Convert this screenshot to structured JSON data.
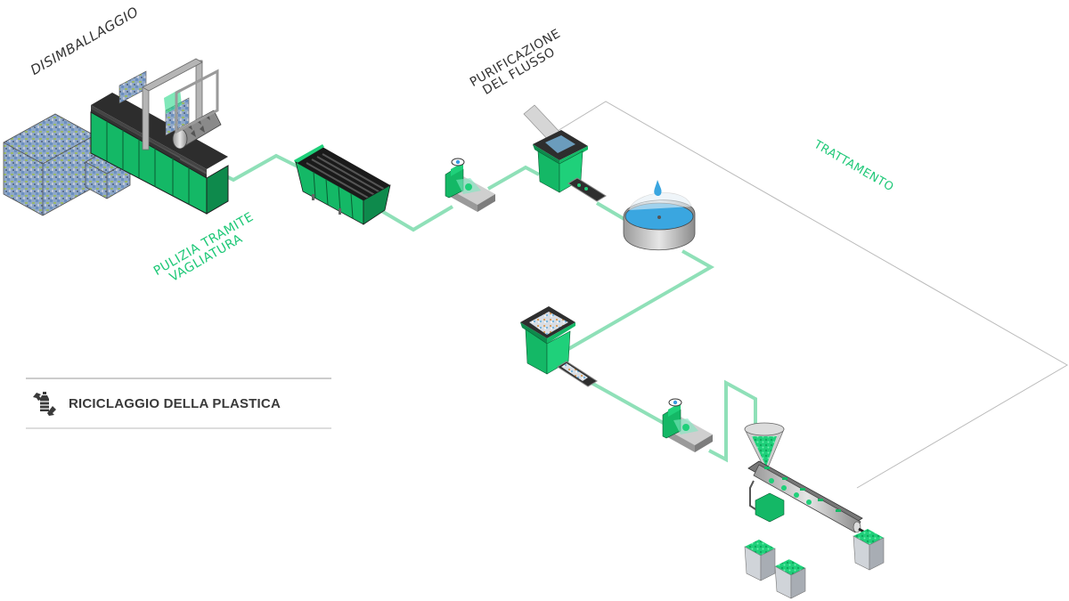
{
  "diagram": {
    "title": "Riciclaggio della plastica",
    "legend": {
      "icon": "recycle-bottle-icon",
      "label": "RICICLAGGIO DELLA PLASTICA"
    },
    "stages": [
      {
        "id": "disimballaggio",
        "label": "DISIMBALLAGGIO",
        "color": "#333333"
      },
      {
        "id": "pulizia",
        "label_line1": "PULIZIA TRAMITE",
        "label_line2": "VAGLIATURA",
        "color": "#1fc878"
      },
      {
        "id": "purificazione",
        "label_line1": "PURIFICAZIONE",
        "label_line2": "DEL FLUSSO",
        "color": "#333333"
      },
      {
        "id": "trattamento",
        "label": "TRATTAMENTO",
        "color": "#1fc878"
      }
    ],
    "machines": [
      "bale-stack",
      "unbaling-machine",
      "screening-container",
      "optical-sorter-1",
      "hopper-conveyor-1",
      "washing-tank",
      "hopper-conveyor-2",
      "optical-sorter-2",
      "extruder",
      "pellet-bags"
    ],
    "colors": {
      "machine_green": "#14b866",
      "machine_green_dark": "#0e8a4c",
      "pipe": "#8fe0b8",
      "frame_line": "#bbbbbb",
      "water": "#3aa6e0"
    }
  }
}
